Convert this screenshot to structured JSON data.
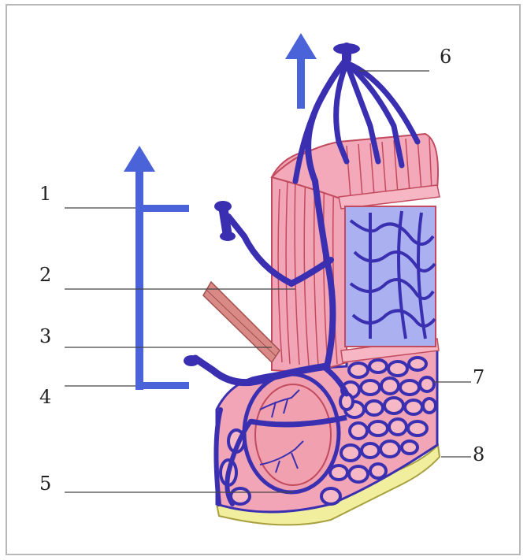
{
  "labels": {
    "l1": "1",
    "l2": "2",
    "l3": "3",
    "l4": "4",
    "l5": "5",
    "l6": "6",
    "l7": "7",
    "l8": "8"
  },
  "colors": {
    "vein": "#3a2fb0",
    "arrow": "#4a63d9",
    "tissue_pink": "#f2a5b6",
    "tissue_line": "#c24a5e",
    "villi_bg": "#aab0f0",
    "fat": "#f1ee9e"
  }
}
